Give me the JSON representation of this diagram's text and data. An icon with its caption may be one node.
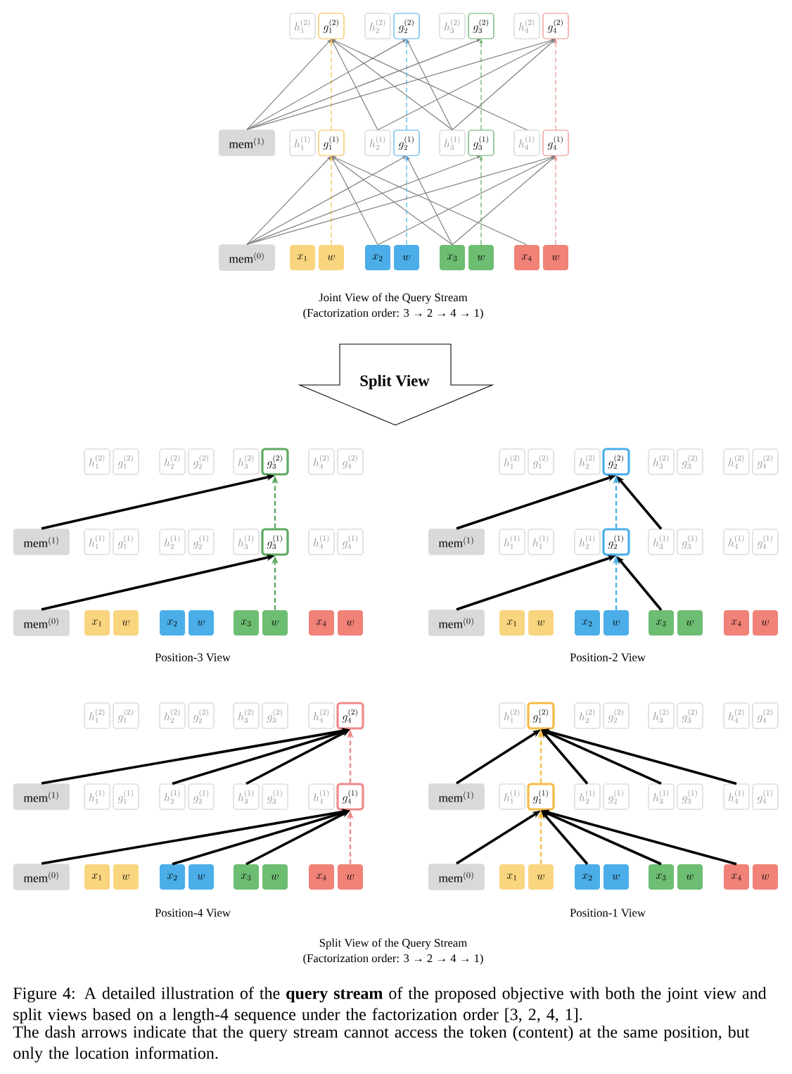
{
  "diagram": {
    "caption": "Figure 4: A detailed illustration of the **query stream** of the proposed objective with both the joint view and split views based on a length-4 sequence under the factorization order [3, 2, 4, 1].",
    "nodes": [
      {
        "text": [
          "h_1^{(2)}"
        ]
      },
      {
        "text": [
          "g_1^{(2)}"
        ]
      },
      {
        "text": [
          "h_2^{(2)}"
        ]
      },
      {
        "text": [
          "g_2^{(2)}"
        ]
      },
      {
        "text": [
          "h_3^{(2)}"
        ]
      },
      {
        "text": [
          "g_3^{(2)}"
        ]
      },
      {
        "text": [
          "h_4^{(2)}"
        ]
      },
      {
        "text": [
          "g_4^{(2)}"
        ]
      },
      {
        "text": [
          "\\mathrm{mem}^{(1)}"
        ]
      },
      {
        "text": [
          "h_1^{(1)}"
        ]
      },
      {
        "text": [
          "g_1^{(1)}"
        ]
      },
      {
        "text": [
          "h_2^{(1)}"
        ]
      },
      {
        "text": [
          "g_2^{(1)}"
        ]
      },
      {
        "text": [
          "h_3^{(1)}"
        ]
      },
      {
        "text": [
          "g_3^{(1)}"
        ]
      },
      {
        "text": [
          "h_4^{(1)}"
        ]
      },
      {
        "text": [
          "g_4^{(1)}"
        ]
      },
      {
        "text": [
          "\\mathrm{mem}^{(0)}"
        ]
      },
      {
        "text": [
          "x_1"
        ]
      },
      {
        "text": [
          "w"
        ]
      },
      {
        "text": [
          "x_2"
        ]
      },
      {
        "text": [
          "w"
        ]
      },
      {
        "text": [
          "x_3"
        ]
      },
      {
        "text": [
          "w"
        ]
      },
      {
        "text": [
          "x_4"
        ]
      },
      {
        "text": [
          "w"
        ]
      },
      {
        "text": [
          "Split View"
        ]
      },
      {
        "text": [
          "h_1^{(2)}"
        ]
      },
      {
        "text": [
          "g_1^{(2)}"
        ]
      },
      {
        "text": [
          "h_2^{(2)}"
        ]
      },
      {
        "text": [
          "g_2^{(2)}"
        ]
      },
      {
        "text": [
          "h_3^{(2)}"
        ]
      },
      {
        "text": [
          "g_3^{(2)}"
        ]
      },
      {
        "text": [
          "h_4^{(2)}"
        ]
      },
      {
        "text": [
          "g_4^{(2)}"
        ]
      },
      {
        "text": [
          "\\mathrm{mem}^{(1)}"
        ]
      },
      {
        "text": [
          "h_1^{(1)}"
        ]
      },
      {
        "text": [
          "g_1^{(1)}"
        ]
      },
      {
        "text": [
          "h_2^{(1)}"
        ]
      },
      {
        "text": [
          "g_2^{(1)}"
        ]
      },
      {
        "text": [
          "h_3^{(1)}"
        ]
      },
      {
        "text": [
          "g_3^{(1)}"
        ]
      },
      {
        "text": [
          "h_4^{(1)}"
        ]
      },
      {
        "text": [
          "g_4^{(1)}"
        ]
      },
      {
        "text": [
          "\\mathrm{mem}^{(0)}"
        ]
      },
      {
        "text": [
          "x_1"
        ]
      },
      {
        "text": [
          "w"
        ]
      },
      {
        "text": [
          "x_2"
        ]
      },
      {
        "text": [
          "w"
        ]
      },
      {
        "text": [
          "x_3"
        ]
      },
      {
        "text": [
          "w"
        ]
      },
      {
        "text": [
          "x_4"
        ]
      },
      {
        "text": [
          "w"
        ]
      },
      {
        "text": [
          "h_1^{(2)}"
        ]
      },
      {
        "text": [
          "g_1^{(2)}"
        ]
      },
      {
        "text": [
          "h_2^{(2)}"
        ]
      },
      {
        "text": [
          "g_2^{(2)}"
        ]
      },
      {
        "text": [
          "h_3^{(2)}"
        ]
      },
      {
        "text": [
          "g_3^{(2)}"
        ]
      },
      {
        "text": [
          "h_4^{(2)}"
        ]
      },
      {
        "text": [
          "g_4^{(2)}"
        ]
      },
      {
        "text": [
          "\\mathrm{mem}^{(1)}"
        ]
      },
      {
        "text": [
          "h_1^{(1)}"
        ]
      },
      {
        "text": [
          "h_1^{(1)}"
        ]
      },
      {
        "text": [
          "h_2^{(1)}"
        ]
      },
      {
        "text": [
          "g_2^{(1)}"
        ]
      },
      {
        "text": [
          "h_3^{(1)}"
        ]
      },
      {
        "text": [
          "g_3^{(1)}"
        ]
      },
      {
        "text": [
          "h_4^{(1)}"
        ]
      },
      {
        "text": [
          "g_4^{(1)}"
        ]
      },
      {
        "text": [
          "\\mathrm{mem}^{(0)}"
        ]
      },
      {
        "text": [
          "x_1"
        ]
      },
      {
        "text": [
          "w"
        ]
      },
      {
        "text": [
          "x_2"
        ]
      },
      {
        "text": [
          "w"
        ]
      },
      {
        "text": [
          "x_3"
        ]
      },
      {
        "text": [
          "w"
        ]
      },
      {
        "text": [
          "x_4"
        ]
      },
      {
        "text": [
          "w"
        ]
      },
      {
        "text": [
          "h_1^{(2)}"
        ]
      },
      {
        "text": [
          "g_1^{(2)}"
        ]
      },
      {
        "text": [
          "h_2^{(2)}"
        ]
      },
      {
        "text": [
          "g_2^{(2)}"
        ]
      },
      {
        "text": [
          "h_3^{(2)}"
        ]
      },
      {
        "text": [
          "g_3^{(2)}"
        ]
      },
      {
        "text": [
          "h_4^{(2)}"
        ]
      },
      {
        "text": [
          "g_4^{(2)}"
        ]
      },
      {
        "text": [
          "\\mathrm{mem}^{(1)}"
        ]
      },
      {
        "text": [
          "h_1^{(1)}"
        ]
      },
      {
        "text": [
          "g_1^{(1)}"
        ]
      },
      {
        "text": [
          "h_2^{(1)}"
        ]
      },
      {
        "text": [
          "g_2^{(1)}"
        ]
      },
      {
        "text": [
          "h_3^{(1)}"
        ]
      },
      {
        "text": [
          "g_3^{(1)}"
        ]
      },
      {
        "text": [
          "h_4^{(1)}"
        ]
      },
      {
        "text": [
          "g_4^{(1)}"
        ]
      },
      {
        "text": [
          "\\mathrm{mem}^{(0)}"
        ]
      },
      {
        "text": [
          "x_1"
        ]
      },
      {
        "text": [
          "w"
        ]
      },
      {
        "text": [
          "x_2"
        ]
      },
      {
        "text": [
          "w"
        ]
      },
      {
        "text": [
          "x_3"
        ]
      },
      {
        "text": [
          "w"
        ]
      },
      {
        "text": [
          "x_4"
        ]
      },
      {
        "text": [
          "w"
        ]
      },
      {
        "text": [
          "h_1^{(2)}"
        ]
      },
      {
        "text": [
          "g_1^{(2)}"
        ]
      },
      {
        "text": [
          "h_2^{(2)}"
        ]
      },
      {
        "text": [
          "g_2^{(2)}"
        ]
      },
      {
        "text": [
          "h_3^{(2)}"
        ]
      },
      {
        "text": [
          "g_3^{(2)}"
        ]
      },
      {
        "text": [
          "h_4^{(2)}"
        ]
      },
      {
        "text": [
          "g_4^{(2)}"
        ]
      },
      {
        "text": [
          "\\mathrm{mem}^{(1)}"
        ]
      },
      {
        "text": [
          "h_1^{(1)}"
        ]
      },
      {
        "text": [
          "g_1^{(1)}"
        ]
      },
      {
        "text": [
          "h_2^{(1)}"
        ]
      },
      {
        "text": [
          "g_2^{(1)}"
        ]
      },
      {
        "text": [
          "h_3^{(1)}"
        ]
      },
      {
        "text": [
          "g_3^{(1)}"
        ]
      },
      {
        "text": [
          "h_4^{(1)}"
        ]
      },
      {
        "text": [
          "g_4^{(1)}"
        ]
      },
      {
        "text": [
          "\\mathrm{mem}^{(0)}"
        ]
      },
      {
        "text": [
          "x_1"
        ]
      },
      {
        "text": [
          "w"
        ]
      },
      {
        "text": [
          "x_2"
        ]
      },
      {
        "text": [
          "w"
        ]
      },
      {
        "text": [
          "x_3"
        ]
      },
      {
        "text": [
          "w"
        ]
      },
      {
        "text": [
          "x_4"
        ]
      },
      {
        "text": [
          "w"
        ]
      }
    ],
    "edges": [
      {
        "from": 8,
        "to": 1,
        "arrow": "to",
        "color": "#808080"
      },
      {
        "from": 13,
        "to": 1,
        "arrow": "to",
        "color": "#808080"
      },
      {
        "from": 11,
        "to": 1,
        "arrow": "to",
        "color": "#808080"
      },
      {
        "from": 15,
        "to": 1,
        "arrow": "to",
        "color": "#808080"
      },
      {
        "from": 10,
        "to": 1,
        "arrow": "to",
        "style": "dashed",
        "color": "#F5BC45"
      },
      {
        "from": 8,
        "to": 3,
        "arrow": "to",
        "color": "#808080"
      },
      {
        "from": 13,
        "to": 3,
        "arrow": "to",
        "color": "#808080"
      },
      {
        "from": 12,
        "to": 3,
        "arrow": "to",
        "style": "dashed",
        "color": "#4BAEE8"
      },
      {
        "from": 8,
        "to": 5,
        "arrow": "to",
        "color": "#808080"
      },
      {
        "from": 14,
        "to": 5,
        "arrow": "to",
        "style": "dashed",
        "color": "#5CAA62"
      },
      {
        "from": 8,
        "to": 7,
        "arrow": "to",
        "color": "#808080"
      },
      {
        "from": 13,
        "to": 7,
        "arrow": "to",
        "color": "#808080"
      },
      {
        "from": 11,
        "to": 7,
        "arrow": "to",
        "color": "#808080"
      },
      {
        "from": 16,
        "to": 7,
        "arrow": "to",
        "style": "dashed",
        "color": "#EE8A8A"
      },
      {
        "from": 17,
        "to": 10,
        "arrow": "to",
        "color": "#808080"
      },
      {
        "from": 22,
        "to": 10,
        "arrow": "to",
        "color": "#808080"
      },
      {
        "from": 20,
        "to": 10,
        "arrow": "to",
        "color": "#808080"
      },
      {
        "from": 24,
        "to": 10,
        "arrow": "to",
        "color": "#808080"
      },
      {
        "from": 19,
        "to": 10,
        "arrow": "to",
        "style": "dashed",
        "color": "#F5BC45"
      },
      {
        "from": 17,
        "to": 12,
        "arrow": "to",
        "color": "#808080"
      },
      {
        "from": 22,
        "to": 12,
        "arrow": "to",
        "color": "#808080"
      },
      {
        "from": 21,
        "to": 12,
        "arrow": "to",
        "style": "dashed",
        "color": "#4BAEE8"
      },
      {
        "from": 17,
        "to": 14,
        "arrow": "to",
        "color": "#808080"
      },
      {
        "from": 23,
        "to": 14,
        "arrow": "to",
        "style": "dashed",
        "color": "#5CAA62"
      },
      {
        "from": 17,
        "to": 16,
        "arrow": "to",
        "color": "#808080"
      },
      {
        "from": 22,
        "to": 16,
        "arrow": "to",
        "color": "#808080"
      },
      {
        "from": 20,
        "to": 16,
        "arrow": "to",
        "color": "#808080"
      },
      {
        "from": 25,
        "to": 16,
        "arrow": "to",
        "style": "dashed",
        "color": "#EE8A8A"
      },
      {
        "from": 35,
        "to": 32,
        "arrow": "to",
        "style": "thick",
        "color": "#000000"
      },
      {
        "from": 41,
        "to": 32,
        "arrow": "to",
        "style": "dashed",
        "color": "#5CAA62"
      },
      {
        "from": 44,
        "to": 41,
        "arrow": "to",
        "style": "thick",
        "color": "#000000"
      },
      {
        "from": 50,
        "to": 41,
        "arrow": "to",
        "style": "dashed",
        "color": "#5CAA62"
      },
      {
        "from": 61,
        "to": 56,
        "arrow": "to",
        "style": "thick",
        "color": "#000000"
      },
      {
        "from": 66,
        "to": 56,
        "arrow": "to",
        "style": "thick",
        "color": "#000000"
      },
      {
        "from": 65,
        "to": 56,
        "arrow": "to",
        "style": "dashed",
        "color": "#4BAEE8"
      },
      {
        "from": 70,
        "to": 65,
        "arrow": "to",
        "style": "thick",
        "color": "#000000"
      },
      {
        "from": 75,
        "to": 65,
        "arrow": "to",
        "style": "thick",
        "color": "#000000"
      },
      {
        "from": 74,
        "to": 65,
        "arrow": "to",
        "style": "dashed",
        "color": "#4BAEE8"
      },
      {
        "from": 87,
        "to": 86,
        "arrow": "to",
        "style": "thick",
        "color": "#000000"
      },
      {
        "from": 90,
        "to": 86,
        "arrow": "to",
        "style": "thick",
        "color": "#000000"
      },
      {
        "from": 92,
        "to": 86,
        "arrow": "to",
        "style": "thick",
        "color": "#000000"
      },
      {
        "from": 95,
        "to": 86,
        "arrow": "to",
        "style": "dashed",
        "color": "#EE8A8A"
      },
      {
        "from": 96,
        "to": 95,
        "arrow": "to",
        "style": "thick",
        "color": "#000000"
      },
      {
        "from": 99,
        "to": 95,
        "arrow": "to",
        "style": "thick",
        "color": "#000000"
      },
      {
        "from": 101,
        "to": 95,
        "arrow": "to",
        "style": "thick",
        "color": "#000000"
      },
      {
        "from": 104,
        "to": 95,
        "arrow": "to",
        "style": "dashed",
        "color": "#EE8A8A"
      },
      {
        "from": 113,
        "to": 106,
        "arrow": "to",
        "style": "thick",
        "color": "#000000"
      },
      {
        "from": 116,
        "to": 106,
        "arrow": "to",
        "style": "thick",
        "color": "#000000"
      },
      {
        "from": 118,
        "to": 106,
        "arrow": "to",
        "style": "thick",
        "color": "#000000"
      },
      {
        "from": 120,
        "to": 106,
        "arrow": "to",
        "style": "thick",
        "color": "#000000"
      },
      {
        "from": 115,
        "to": 106,
        "arrow": "to",
        "style": "dashed",
        "color": "#F5BC45"
      },
      {
        "from": 122,
        "to": 115,
        "arrow": "to",
        "style": "thick",
        "color": "#000000"
      },
      {
        "from": 125,
        "to": 115,
        "arrow": "to",
        "style": "thick",
        "color": "#000000"
      },
      {
        "from": 127,
        "to": 115,
        "arrow": "to",
        "style": "thick",
        "color": "#000000"
      },
      {
        "from": 129,
        "to": 115,
        "arrow": "to",
        "style": "thick",
        "color": "#000000"
      },
      {
        "from": 124,
        "to": 115,
        "arrow": "to",
        "style": "dashed",
        "color": "#F5BC45"
      }
    ],
    "labels": [
      "Joint View of the Query Stream",
      "(Factorization order: 3 → 2 → 4 → 1)",
      "Position-3 View",
      "Position-2 View",
      "Position-4 View",
      "Position-1 View",
      "Split View of the Query Stream",
      "(Factorization order: 3 → 2 → 4 → 1)",
      "The dash arrows indicate that the query stream cannot access the token (content) at the same position, but only the location information."
    ]
  }
}
